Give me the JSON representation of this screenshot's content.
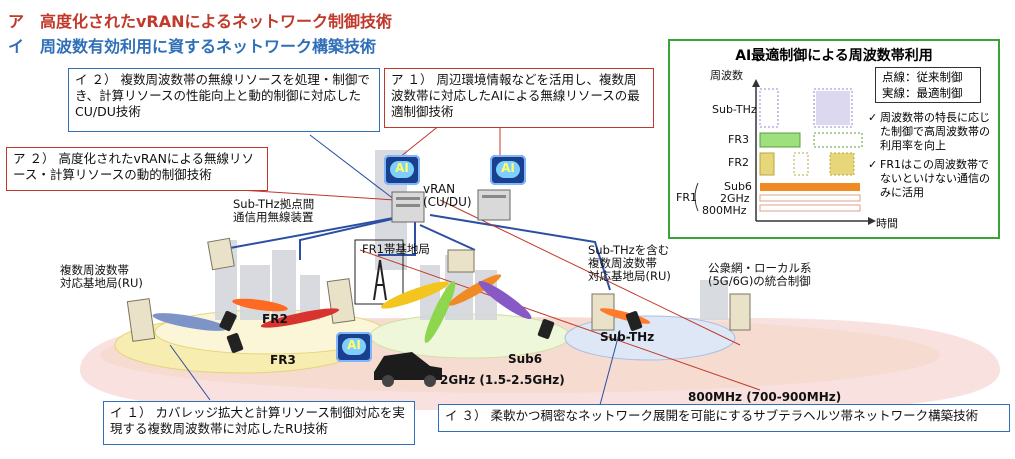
{
  "header": {
    "line1": "ア　高度化されたvRANによるネットワーク制御技術",
    "line2": "イ　周波数有効利用に資するネットワーク構築技術",
    "line1_color": "#c0392b",
    "line2_color": "#2e6fb7"
  },
  "callouts": {
    "i2": "イ ２） 複数周波数帯の無線リソースを処理・制御でき、計算リソースの性能向上と動的制御に対応したCU/DU技術",
    "a1": "ア １） 周辺環境情報などを活用し、複数周波数帯に対応したAIによる無線リソースの最適制御技術",
    "a2": "ア ２） 高度化されたvRANによる無線リソース・計算リソースの動的制御技術",
    "i1": "イ １） カバレッジ拡大と計算リソース制御対応を実現する複数周波数帯に対応したRU技術",
    "i3": "イ ３） 柔軟かつ稠密なネットワーク展開を可能にするサブテラヘルツ帯ネットワーク構築技術"
  },
  "labels": {
    "vran": "vRAN\n(CU/DU)",
    "subthz_link": "Sub-THz拠点間\n通信用無線装置",
    "multi_ru": "複数周波数帯\n対応基地局(RU)",
    "fr1_station": "FR1帯基地局",
    "subthz_ru": "Sub-THzを含む\n複数周波数帯\n対応基地局(RU)",
    "public_local": "公衆網・ローカル系\n(5G/6G)の統合制御",
    "fr2": "FR2",
    "fr3": "FR3",
    "sub6": "Sub6",
    "subthz": "Sub-THz",
    "band_2ghz": "2GHz (1.5-2.5GHz)",
    "band_800": "800MHz (700-900MHz)",
    "ai": "AI"
  },
  "ai_panel": {
    "title": "AI最適制御による周波数帯利用",
    "y_axis": "周波数",
    "x_axis": "時間",
    "bands": [
      "Sub-THz",
      "FR3",
      "FR2",
      "Sub6",
      "2GHz",
      "800MHz"
    ],
    "fr1_label": "FR1",
    "legend": [
      "点線：従来制御",
      "実線：最適制御"
    ],
    "notes": [
      "周波数帯の特長に応じた制御で高周波数帯の利用率を向上",
      "FR1はこの周波数帯でないといけない通信のみに活用"
    ],
    "check_mark": "✓",
    "colors": {
      "subthz": "#b7b2e0",
      "fr3": "#9ee07e",
      "fr2": "#e8d77a",
      "sub6": "#f08a24",
      "ghz2": "#f2b8a0",
      "mhz800": "#f6d8cf",
      "frame": "#3aa335"
    }
  }
}
